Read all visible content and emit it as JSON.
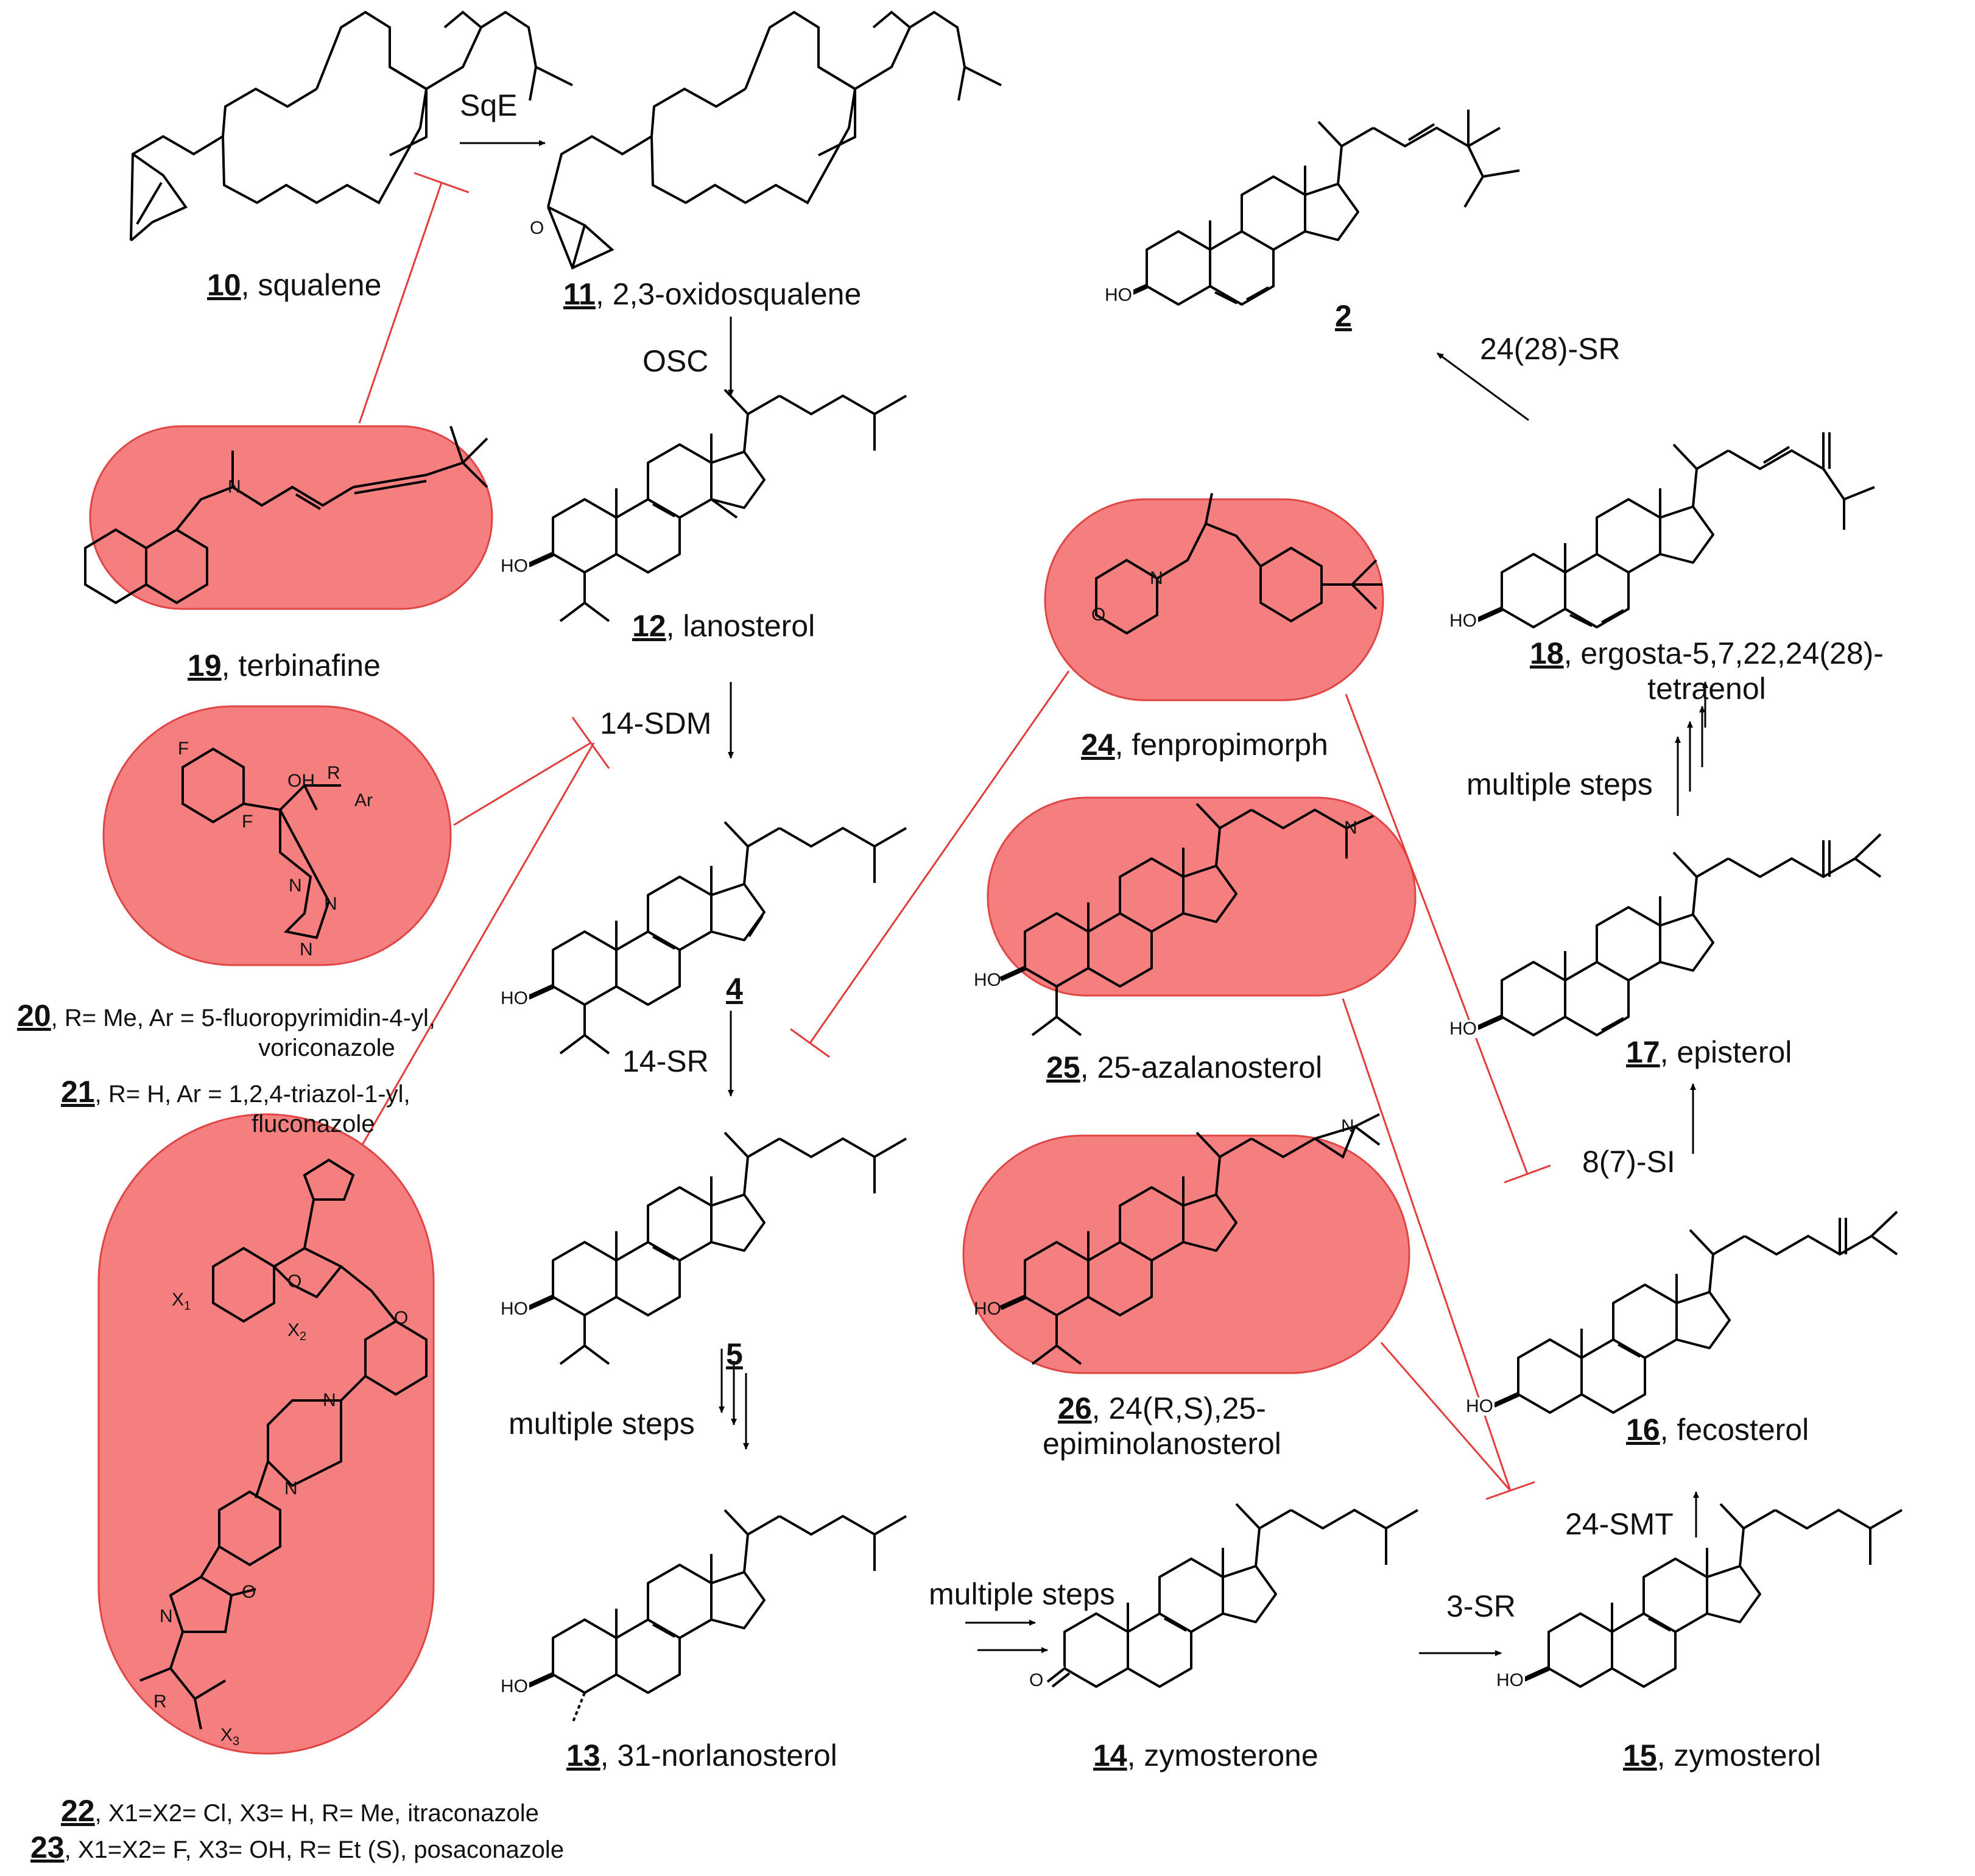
{
  "colors": {
    "inhibitor_fill": "#f57f7f",
    "inhibitor_border": "#e04545",
    "inhibition_line": "#e23c3c",
    "bond": "#000000"
  },
  "compounds": [
    {
      "num": "10",
      "name": "squalene"
    },
    {
      "num": "11",
      "name": "2,3-oxidosqualene"
    },
    {
      "num": "2",
      "name": ""
    },
    {
      "num": "12",
      "name": "lanosterol"
    },
    {
      "num": "19",
      "name": "terbinafine"
    },
    {
      "num": "18",
      "name": "ergosta-5,7,22,24(28)-",
      "name2": "tetraenol"
    },
    {
      "num": "24",
      "name": "fenpropimorph"
    },
    {
      "num": "4",
      "name": ""
    },
    {
      "num": "20",
      "name": "R= Me, Ar = 5-fluoropyrimidin-4-yl,",
      "name2": "voriconazole"
    },
    {
      "num": "21",
      "name": "R= H, Ar = 1,2,4-triazol-1-yl,",
      "name2": "fluconazole"
    },
    {
      "num": "25",
      "name": "25-azalanosterol"
    },
    {
      "num": "17",
      "name": "episterol"
    },
    {
      "num": "5",
      "name": ""
    },
    {
      "num": "26",
      "name": "24(R,S),25-",
      "name2": "epiminolanosterol"
    },
    {
      "num": "16",
      "name": "fecosterol"
    },
    {
      "num": "13",
      "name": "31-norlanosterol"
    },
    {
      "num": "14",
      "name": "zymosterone"
    },
    {
      "num": "15",
      "name": "zymosterol"
    },
    {
      "num": "22",
      "name": "X1=X2= Cl, X3= H, R= Me,  itraconazole"
    },
    {
      "num": "23",
      "name": "X1=X2= F, X3= OH, R= Et (S), posaconazole"
    }
  ],
  "enzymes": {
    "sqe": "SqE",
    "osc": "OSC",
    "sdm14": "14-SDM",
    "sr14": "14-SR",
    "multi1": "multiple steps",
    "multi2": "multiple steps",
    "multi3": "multiple steps",
    "sr3": "3-SR",
    "smt24": "24-SMT",
    "si87": "8(7)-SI",
    "sr2428": "24(28)-SR"
  },
  "atoms": {
    "ho": "HO",
    "o": "O",
    "n": "N",
    "f": "F",
    "oh": "OH",
    "r": "R",
    "ar": "Ar",
    "x": "X",
    "one": "1",
    "two": "2",
    "three": "3"
  }
}
